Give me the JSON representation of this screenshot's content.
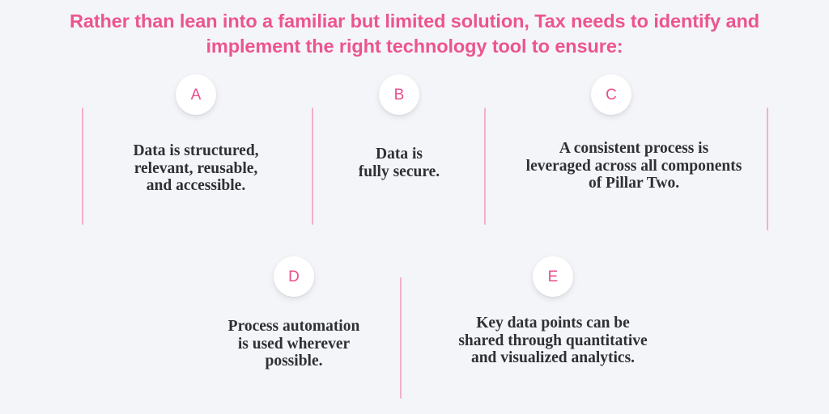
{
  "slide": {
    "background_color": "#f4f5f8",
    "accent_color": "#ec5490",
    "divider_color": "#f3b0cb",
    "body_text_color": "#2e3033",
    "headline": "Rather than lean into a familiar but limited solution, Tax needs to identify and implement the right technology tool to ensure:"
  },
  "items": [
    {
      "letter": "A",
      "text": "Data is structured,\nrelevant, reusable,\nand accessible."
    },
    {
      "letter": "B",
      "text": "Data is\nfully secure."
    },
    {
      "letter": "C",
      "text": "A consistent process is\nleveraged across all components\nof Pillar Two."
    },
    {
      "letter": "D",
      "text": "Process automation\nis used wherever\npossible."
    },
    {
      "letter": "E",
      "text": "Key data points can be\nshared through quantitative\nand visualized analytics."
    }
  ]
}
